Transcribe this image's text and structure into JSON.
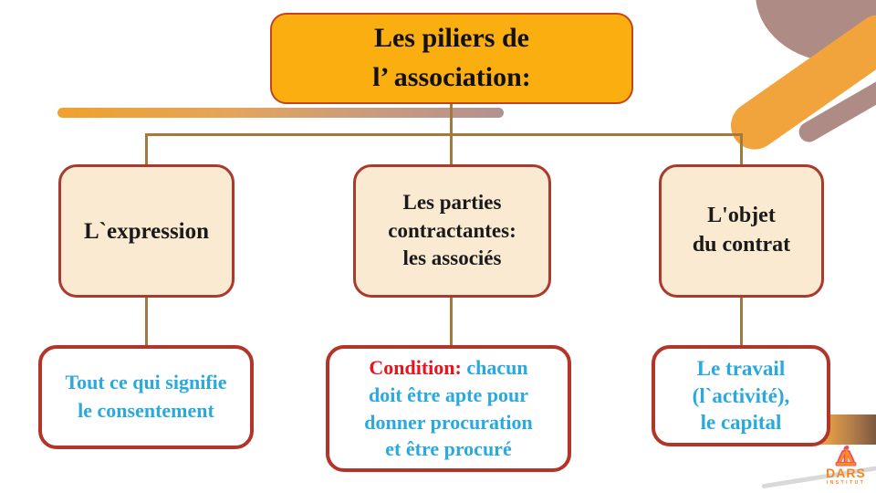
{
  "slide": {
    "title": {
      "text": "Les piliers de\nl’ association:"
    },
    "pillars": [
      {
        "text": "L`expression"
      },
      {
        "text": "Les parties\ncontractantes:\nles associés"
      },
      {
        "text": "L'objet\ndu contrat"
      }
    ],
    "details": [
      {
        "text": "Tout ce qui signifie\nle consentement"
      },
      {
        "label": "Condition:",
        "text": " chacun\ndoit être apte pour\ndonner procuration\net être procuré"
      },
      {
        "text": "Le travail\n(l`activité),\nle capital"
      }
    ],
    "logo": {
      "name": "DARS",
      "subtitle": "INSTITUT"
    },
    "colors": {
      "title_fill": "#fbae10",
      "title_border": "#c4451a",
      "pillar_fill": "#fbead2",
      "box_border": "#a93a2e",
      "connector": "#a5793d",
      "detail_text": "#29a9df",
      "condition_red": "#e8131c",
      "deco_orange": "#f2a43c",
      "deco_mauve": "#ae8b85",
      "logo_orange": "#f6851f"
    }
  }
}
